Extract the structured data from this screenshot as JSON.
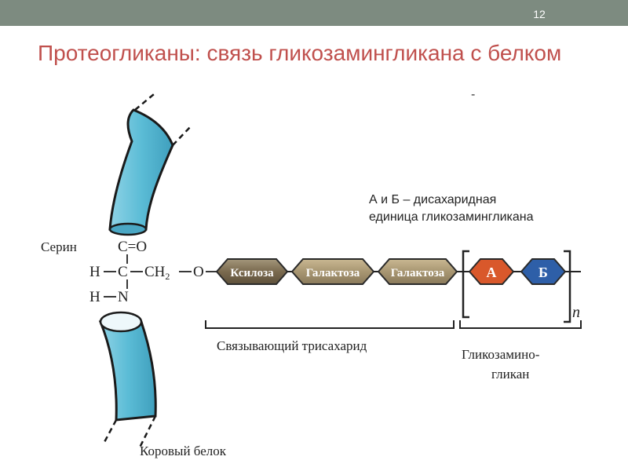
{
  "slide": {
    "number": "12",
    "title": "Протеогликаны: связь гликозамингликана с белком",
    "dash": "-"
  },
  "note": {
    "line1": "А и Б – дисахаридная",
    "line2": "единица гликозамингликана"
  },
  "diagram": {
    "serine_label": "Серин",
    "chem": {
      "co": "C=O",
      "h1": "H",
      "c": "C",
      "ch2": "CH",
      "sub2": "2",
      "o": "O",
      "h2": "H",
      "n": "N"
    },
    "units": [
      "Ксилоза",
      "Галактоза",
      "Галактоза"
    ],
    "disaccharide": [
      "А",
      "Б"
    ],
    "repeat_n": "n",
    "trisaccharide_label": "Связывающий трисахарид",
    "gag_label_1": "Гликозамино-",
    "gag_label_2": "гликан",
    "core_protein_label": "Коровый белок",
    "colors": {
      "protein": "#5bbcd6",
      "sugar": "#8a7a5e",
      "a": "#d9582b",
      "b": "#2e5fa8"
    }
  }
}
